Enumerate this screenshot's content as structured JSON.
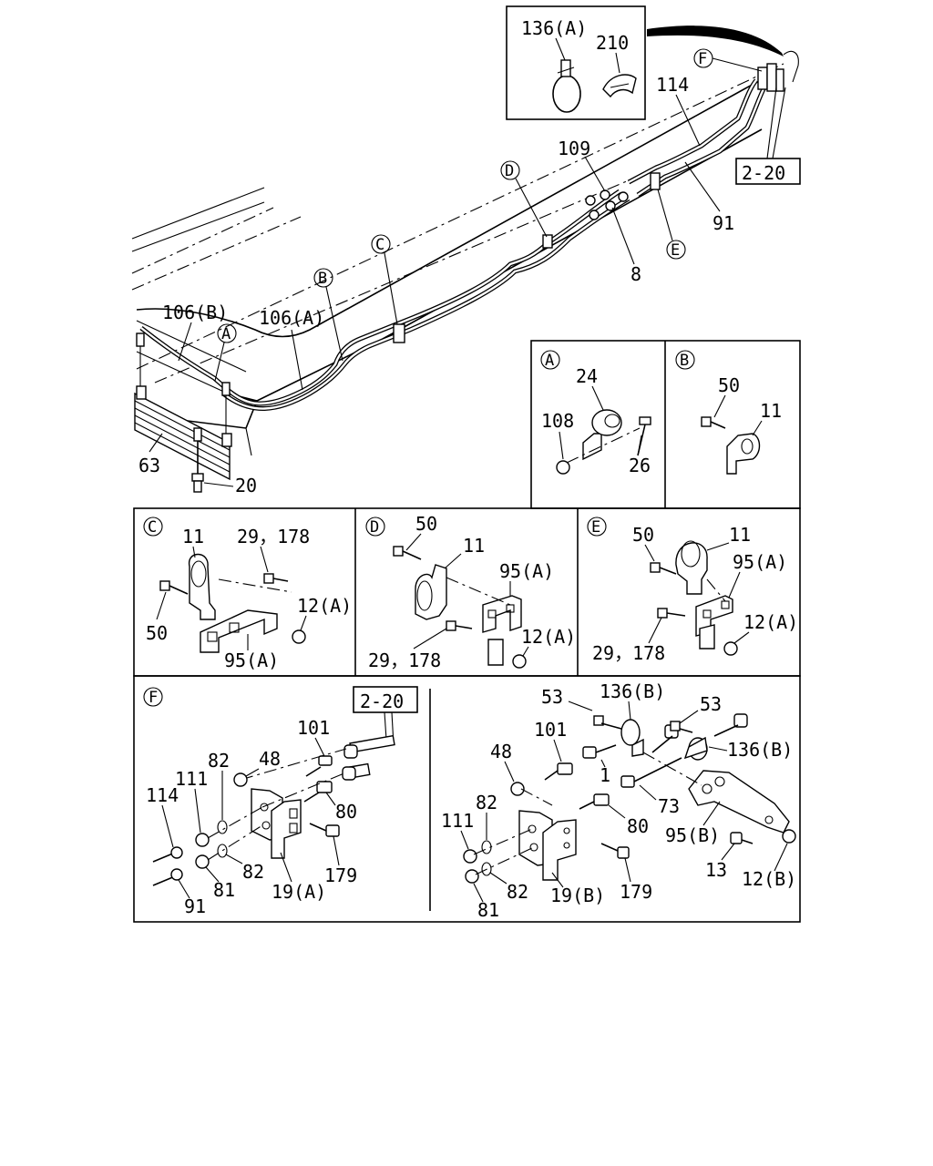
{
  "callouts": {
    "c136a": "136(A)",
    "c210": "210",
    "c114": "114",
    "f_main": "F",
    "ref_2_20": "2-20",
    "c109": "109",
    "d_main": "D",
    "c91": "91",
    "e_main": "E",
    "c8": "8",
    "c_main": "C",
    "b_main": "B",
    "c106b": "106(B)",
    "c106a": "106(A)",
    "a_main": "A",
    "c63": "63",
    "c20": "20"
  },
  "detail_a": {
    "letter": "A",
    "p24": "24",
    "p108": "108",
    "p26": "26"
  },
  "detail_b": {
    "letter": "B",
    "p50": "50",
    "p11": "11"
  },
  "detail_c": {
    "letter": "C",
    "p11": "11",
    "p29_178": "29，178",
    "p50": "50",
    "p12a": "12(A)",
    "p95a": "95(A)"
  },
  "detail_d": {
    "letter": "D",
    "p50": "50",
    "p11": "11",
    "p95a": "95(A)",
    "p29_178": "29，178",
    "p12a": "12(A)"
  },
  "detail_e": {
    "letter": "E",
    "p50": "50",
    "p11": "11",
    "p95a": "95(A)",
    "p29_178": "29，178",
    "p12a": "12(A)"
  },
  "detail_f": {
    "letter": "F",
    "ref_2_20": "2-20",
    "left": {
      "p101": "101",
      "p82a": "82",
      "p48": "48",
      "p111": "111",
      "p114": "114",
      "p80": "80",
      "p179": "179",
      "p82b": "82",
      "p81": "81",
      "p19a": "19(A)",
      "p91": "91"
    },
    "right": {
      "p53a": "53",
      "p136b_a": "136(B)",
      "p53b": "53",
      "p101": "101",
      "p136b_b": "136(B)",
      "p48": "48",
      "p1": "1",
      "p82a": "82",
      "p73": "73",
      "p80": "80",
      "p111": "111",
      "p95b": "95(B)",
      "p13": "13",
      "p179": "179",
      "p12b": "12(B)",
      "p82b": "82",
      "p19b": "19(B)",
      "p81": "81"
    }
  }
}
